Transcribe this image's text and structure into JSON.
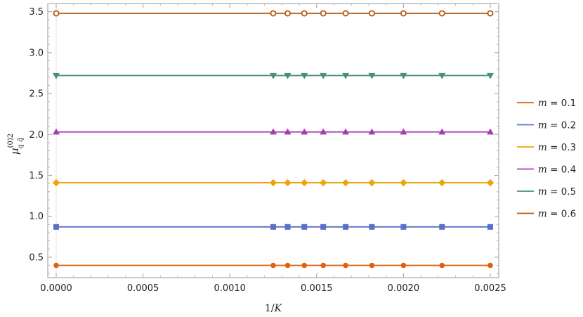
{
  "chart_data": {
    "type": "line",
    "xlabel": "1/K",
    "ylabel": "μ^(0)2 q q̄",
    "xlim": [
      0,
      0.0025
    ],
    "ylim": [
      0.25,
      3.6
    ],
    "x_ticks": [
      "0.0000",
      "0.0005",
      "0.0010",
      "0.0015",
      "0.0020",
      "0.0025"
    ],
    "y_ticks": [
      "0.5",
      "1.0",
      "1.5",
      "2.0",
      "2.5",
      "3.0",
      "3.5"
    ],
    "x_tick_values": [
      0,
      0.0005,
      0.001,
      0.0015,
      0.002,
      0.0025
    ],
    "y_tick_values": [
      0.5,
      1.0,
      1.5,
      2.0,
      2.5,
      3.0,
      3.5
    ],
    "x": [
      0,
      0.00125,
      0.001333,
      0.001429,
      0.001538,
      0.001667,
      0.001818,
      0.002,
      0.002222,
      0.0025
    ],
    "legend_position": "right",
    "series": [
      {
        "name": "m = 0.1",
        "legend_var": "m",
        "legend_value": "= 0.1",
        "color": "#e0600f",
        "marker": "circle",
        "y": [
          0.4,
          0.4,
          0.4,
          0.4,
          0.4,
          0.4,
          0.4,
          0.4,
          0.4,
          0.4
        ]
      },
      {
        "name": "m = 0.2",
        "legend_var": "m",
        "legend_value": "= 0.2",
        "color": "#5c6fc8",
        "marker": "square",
        "y": [
          0.87,
          0.87,
          0.87,
          0.87,
          0.87,
          0.87,
          0.87,
          0.87,
          0.87,
          0.87
        ]
      },
      {
        "name": "m = 0.3",
        "legend_var": "m",
        "legend_value": "= 0.3",
        "color": "#f0a30a",
        "marker": "diamond",
        "y": [
          1.41,
          1.41,
          1.41,
          1.41,
          1.41,
          1.41,
          1.41,
          1.41,
          1.41,
          1.41
        ]
      },
      {
        "name": "m = 0.4",
        "legend_var": "m",
        "legend_value": "= 0.4",
        "color": "#a43cb0",
        "marker": "triangle-up",
        "y": [
          2.03,
          2.03,
          2.03,
          2.03,
          2.03,
          2.03,
          2.03,
          2.03,
          2.03,
          2.03
        ]
      },
      {
        "name": "m = 0.5",
        "legend_var": "m",
        "legend_value": "= 0.5",
        "color": "#4a8f7a",
        "marker": "triangle-down",
        "y": [
          2.72,
          2.72,
          2.72,
          2.72,
          2.72,
          2.72,
          2.72,
          2.72,
          2.72,
          2.72
        ]
      },
      {
        "name": "m = 0.6",
        "legend_var": "m",
        "legend_value": "= 0.6",
        "color": "#b5560e",
        "marker": "open-circle",
        "y": [
          3.48,
          3.48,
          3.48,
          3.48,
          3.48,
          3.48,
          3.48,
          3.48,
          3.48,
          3.48
        ]
      }
    ]
  }
}
